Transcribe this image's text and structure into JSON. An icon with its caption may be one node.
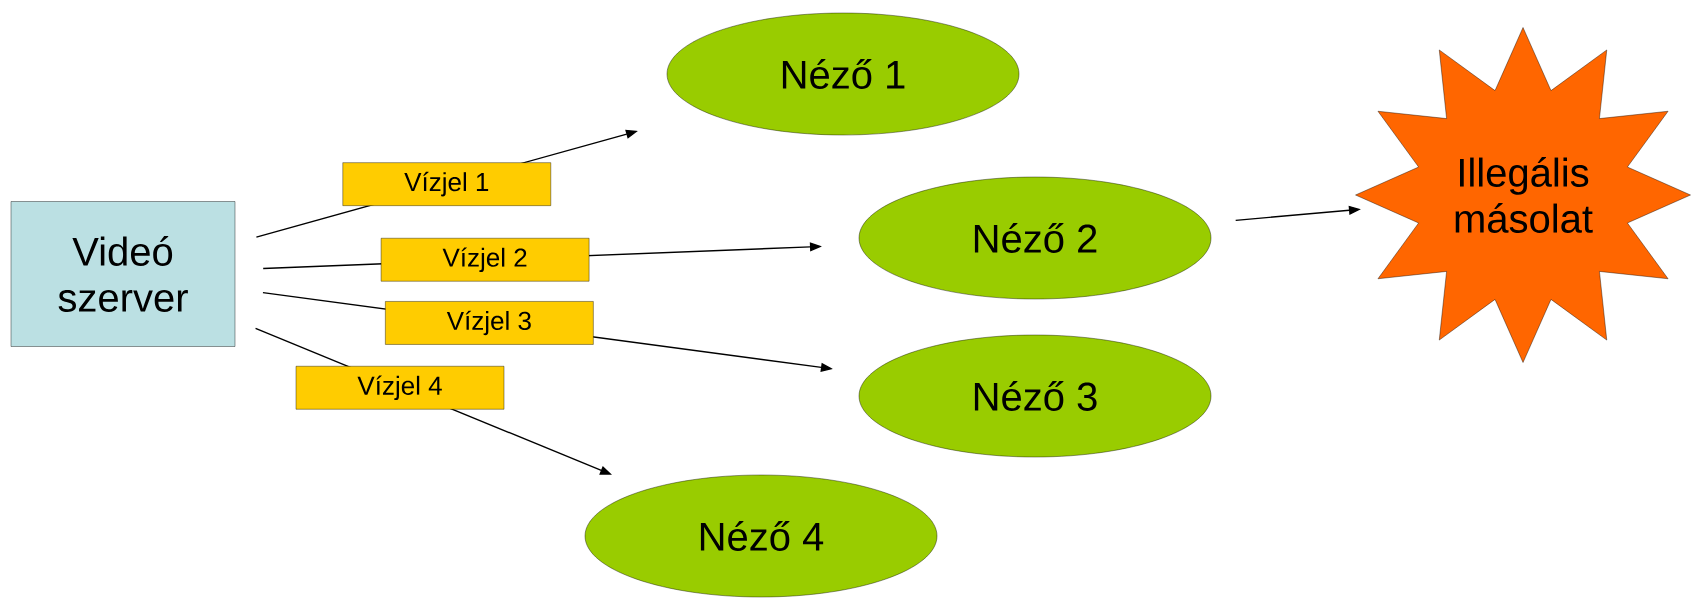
{
  "diagram": {
    "nodes": [
      {
        "text": [
          "Videó szerver"
        ]
      },
      {
        "text": [
          "Néző 1"
        ]
      },
      {
        "text": [
          "Néző 2"
        ]
      },
      {
        "text": [
          "Néző 3"
        ]
      },
      {
        "text": [
          "Néző 4"
        ]
      },
      {
        "text": [
          "Illegális másolat"
        ]
      }
    ],
    "edges": [
      {
        "from": 0,
        "to": 1,
        "arrow": "to",
        "label": "Vízjel 1"
      },
      {
        "from": 0,
        "to": 2,
        "arrow": "to",
        "label": "Vízjel 2"
      },
      {
        "from": 0,
        "to": 3,
        "arrow": "to",
        "label": "Vízjel 3"
      },
      {
        "from": 0,
        "to": 4,
        "arrow": "to",
        "label": "Vízjel 4"
      },
      {
        "from": 2,
        "to": 5,
        "arrow": "to"
      }
    ]
  }
}
